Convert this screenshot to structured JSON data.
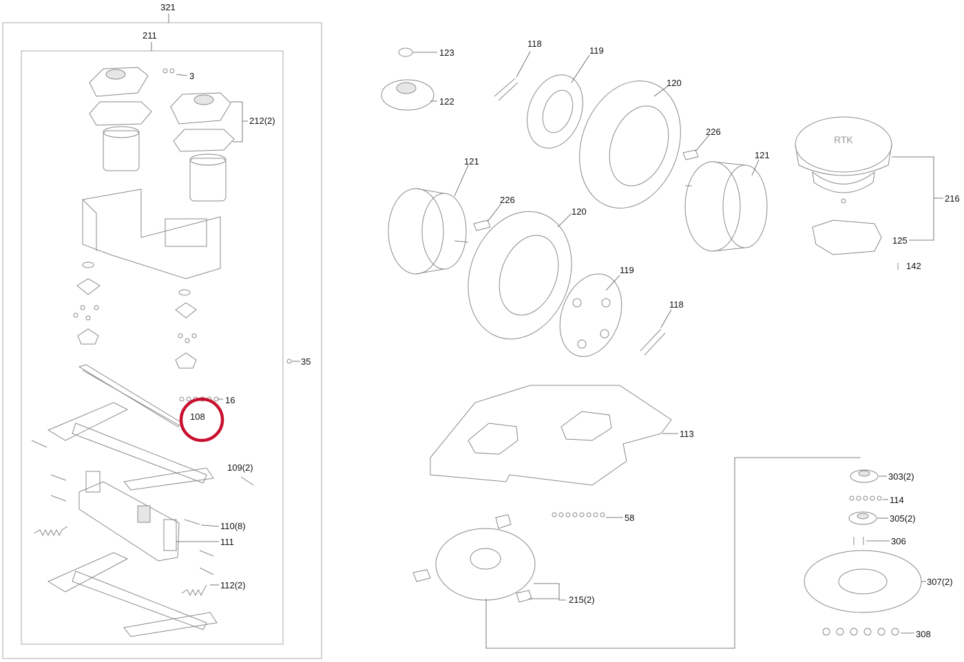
{
  "labels": {
    "p321": "321",
    "p211": "211",
    "p3": "3",
    "p212": "212(2)",
    "p35": "35",
    "p16": "16",
    "p108": "108",
    "p109": "109(2)",
    "p110": "110(8)",
    "p111": "111",
    "p112": "112(2)",
    "p123": "123",
    "p122": "122",
    "p118a": "118",
    "p119a": "119",
    "p120a": "120",
    "p226a": "226",
    "p121a": "121",
    "p121b": "121",
    "p226b": "226",
    "p120b": "120",
    "p119b": "119",
    "p118b": "118",
    "p216": "216",
    "p125": "125",
    "p142": "142",
    "p113": "113",
    "p58": "58",
    "p215": "215(2)",
    "p303": "303(2)",
    "p114": "114",
    "p305": "305(2)",
    "p306": "306",
    "p307": "307(2)",
    "p308": "308"
  },
  "rtk_text": "RTK",
  "colors": {
    "highlight": "#c8102e",
    "line": "#888888"
  }
}
